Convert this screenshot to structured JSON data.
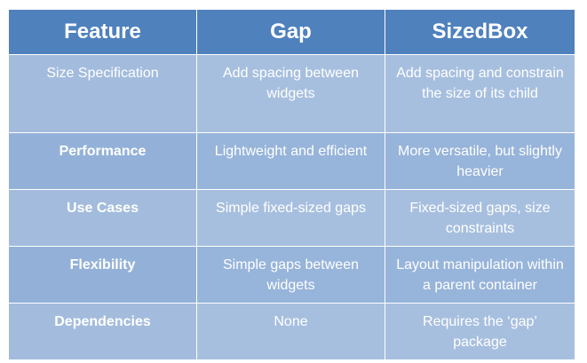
{
  "header": {
    "col1": "Feature",
    "col2": "Gap",
    "col3": "SizedBox"
  },
  "rows": [
    {
      "feature": "Size Specification",
      "gap": "Add spacing between widgets",
      "sizedbox": "Add spacing and constrain the size of its child"
    },
    {
      "feature": "Performance",
      "gap": "Lightweight and efficient",
      "sizedbox": "More versatile, but slightly heavier"
    },
    {
      "feature": "Use Cases",
      "gap": "Simple fixed-sized gaps",
      "sizedbox": "Fixed-sized gaps, size constraints"
    },
    {
      "feature": "Flexibility",
      "gap": "Simple gaps between widgets",
      "sizedbox": "Layout manipulation within a parent container"
    },
    {
      "feature": "Dependencies",
      "gap": "None",
      "sizedbox": "Requires the ‘gap’ package"
    }
  ],
  "colors": {
    "header_bg": "#4f81bd",
    "row_light": "#a7bfdf",
    "row_dark": "#97b4da",
    "text": "#ffffff"
  }
}
